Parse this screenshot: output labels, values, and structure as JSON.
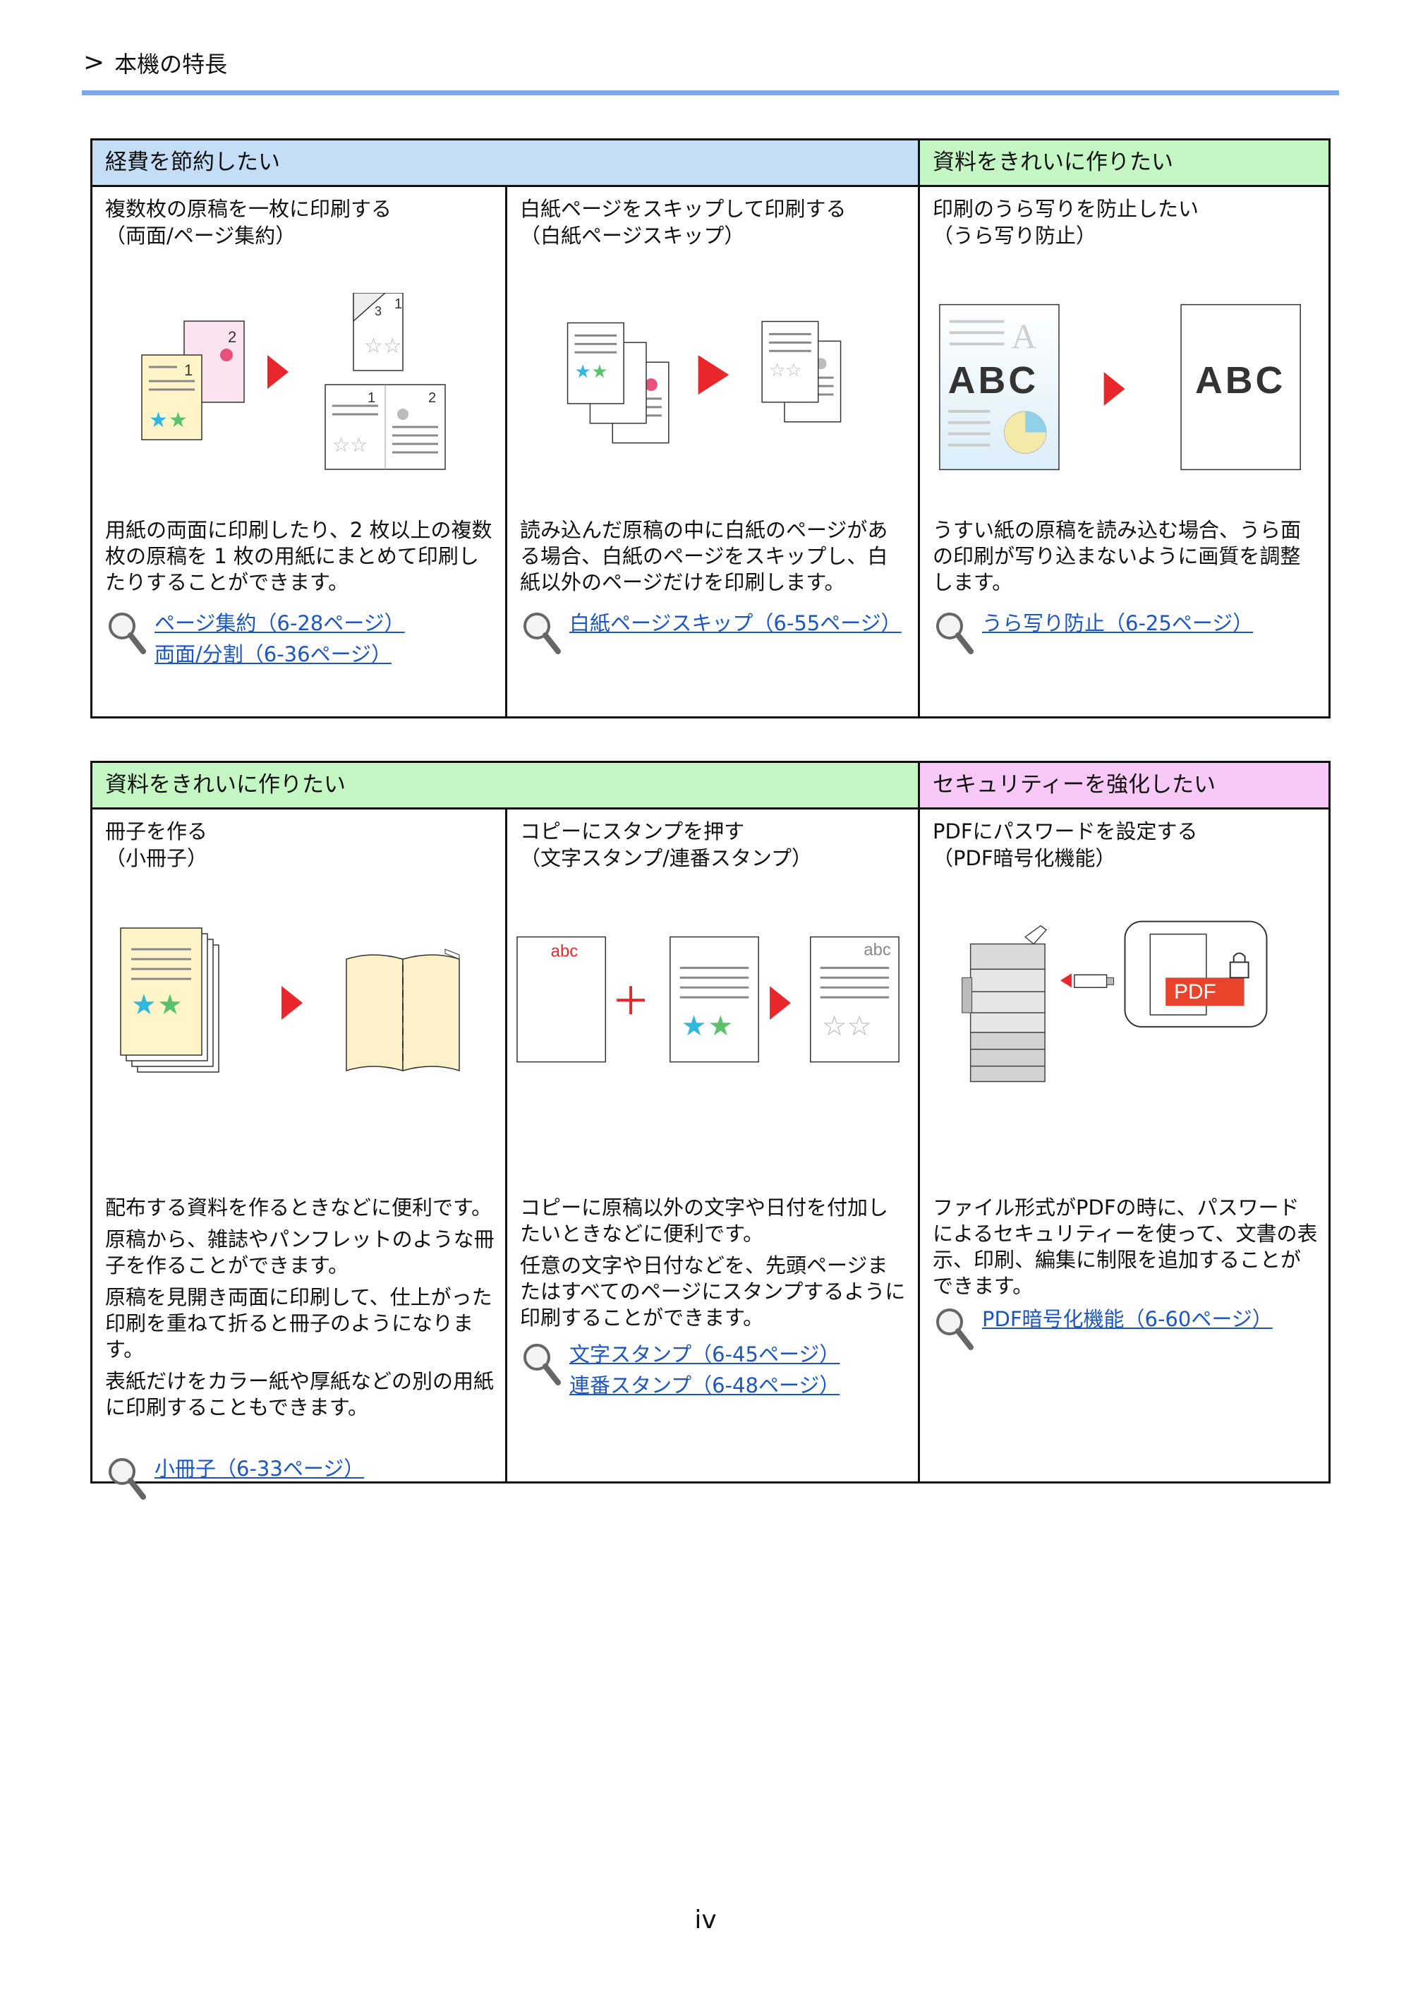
{
  "breadcrumb": {
    "chevron": ">",
    "label": "本機の特長"
  },
  "table1": {
    "categories": [
      "経費を節約したい",
      "資料をきれいに作りたい"
    ],
    "features": [
      {
        "title": [
          "複数枚の原稿を一枚に印刷する",
          "（両面/ページ集約）"
        ],
        "description": [
          "用紙の両面に印刷したり、2 枚以上の複数枚の原稿を 1 枚の用紙にまとめて印刷したりすることができます。"
        ],
        "links": [
          "ページ集約（6-28ページ）",
          "両面/分割（6-36ページ）"
        ],
        "illus": {
          "page1": "1",
          "page2": "2",
          "page3": "3"
        }
      },
      {
        "title": [
          "白紙ページをスキップして印刷する",
          "（白紙ページスキップ）"
        ],
        "description": [
          "読み込んだ原稿の中に白紙のページがある場合、白紙のページをスキップし、白紙以外のページだけを印刷します。"
        ],
        "links": [
          "白紙ページスキップ（6-55ページ）"
        ]
      },
      {
        "title": [
          "印刷のうら写りを防止したい",
          "（うら写り防止）"
        ],
        "description": [
          "うすい紙の原稿を読み込む場合、うら面の印刷が写り込まないように画質を調整します。"
        ],
        "links": [
          "うら写り防止（6-25ページ）"
        ],
        "illus": {
          "ghost": "A",
          "text": "ABC"
        }
      }
    ]
  },
  "table2": {
    "categories": [
      "資料をきれいに作りたい",
      "セキュリティーを強化したい"
    ],
    "features": [
      {
        "title": [
          "冊子を作る",
          "（小冊子）"
        ],
        "description": [
          "配布する資料を作るときなどに便利です。",
          "原稿から、雑誌やパンフレットのような冊子を作ることができます。",
          "原稿を見開き両面に印刷して、仕上がった印刷を重ねて折ると冊子のようになります。",
          "表紙だけをカラー紙や厚紙などの別の用紙に印刷することもできます。"
        ],
        "links": [
          "小冊子（6-33ページ）"
        ]
      },
      {
        "title": [
          "コピーにスタンプを押す",
          "（文字スタンプ/連番スタンプ）"
        ],
        "description": [
          "コピーに原稿以外の文字や日付を付加したいときなどに便利です。",
          "任意の文字や日付などを、先頭ページまたはすべてのページにスタンプするように印刷することができます。"
        ],
        "links": [
          "文字スタンプ（6-45ページ）",
          "連番スタンプ（6-48ページ）"
        ],
        "illus": {
          "stamp": "abc"
        }
      },
      {
        "title": [
          "PDFにパスワードを設定する",
          "（PDF暗号化機能）"
        ],
        "description": [
          "ファイル形式がPDFの時に、パスワードによるセキュリティーを使って、文書の表示、印刷、編集に制限を追加することができます。"
        ],
        "links": [
          "PDF暗号化機能（6-60ページ）"
        ],
        "illus": {
          "pdf": "PDF"
        }
      }
    ]
  },
  "page_number": "iv",
  "colors": {
    "rule": "#7ea8e8",
    "cat_blue": "#c5def8",
    "cat_green": "#c4f7c4",
    "cat_pink": "#f8c8f6",
    "link": "#1a56c8",
    "arrow": "#e8262b"
  }
}
